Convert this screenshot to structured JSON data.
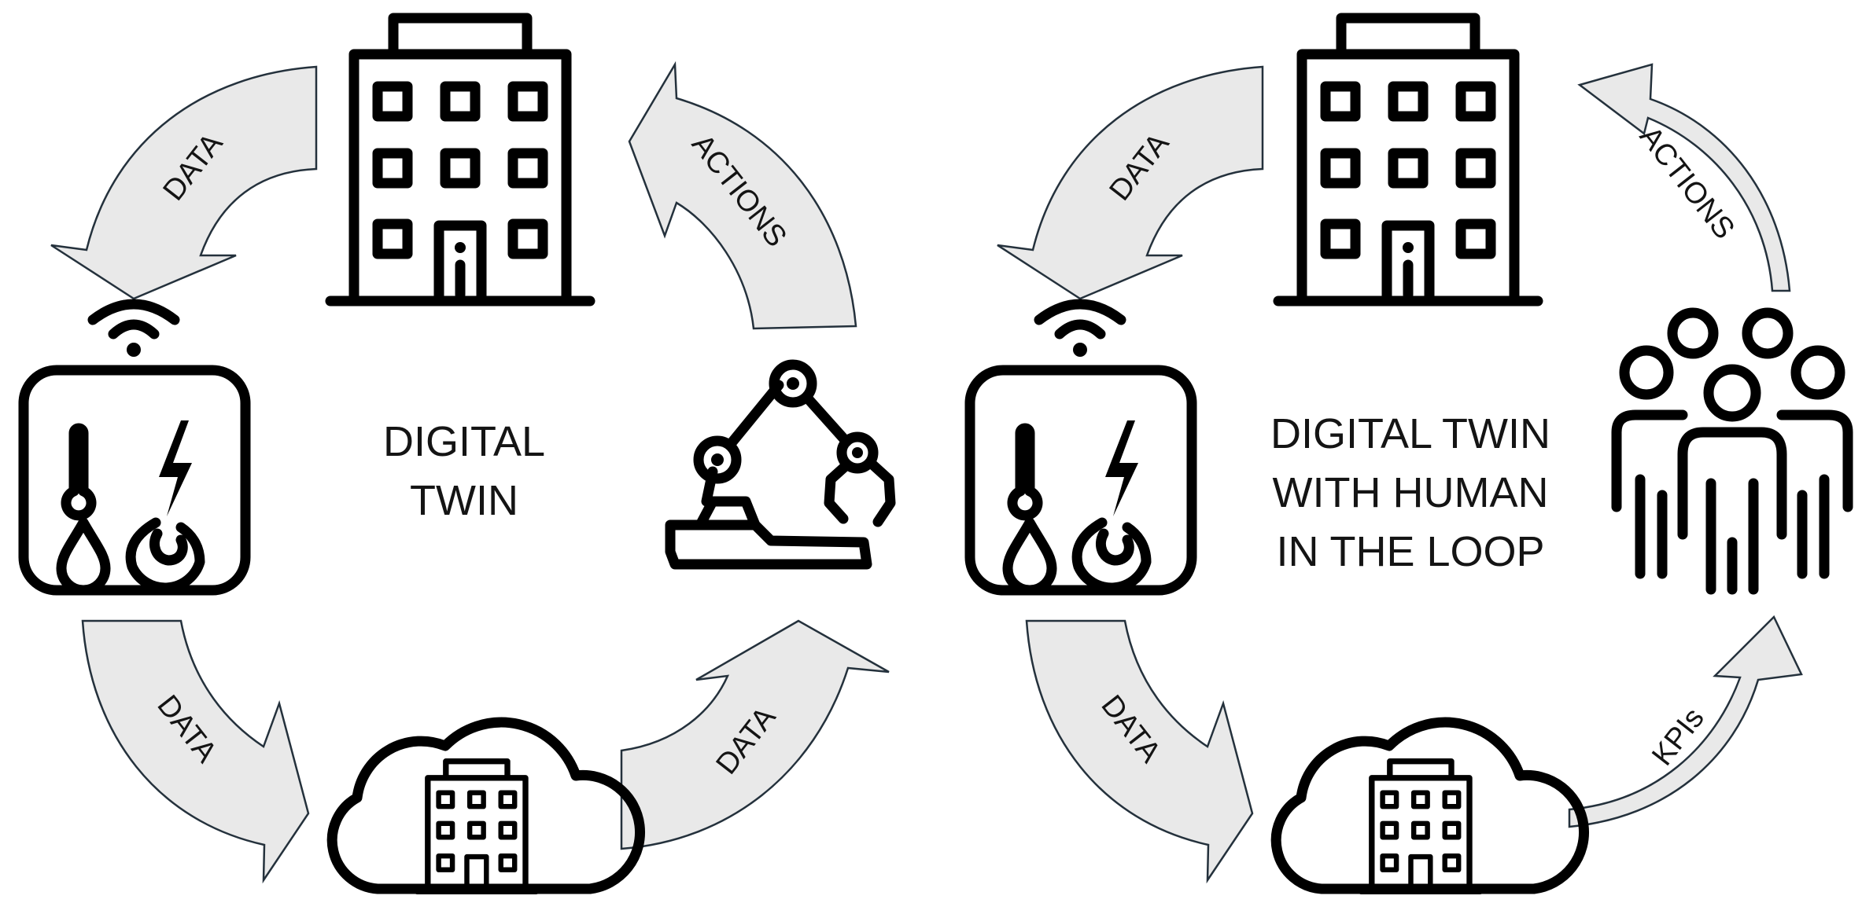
{
  "left_panel": {
    "title_lines": [
      "DIGITAL",
      "TWIN"
    ],
    "arrow_building_to_sensor": "DATA",
    "arrow_sensor_to_cloud": "DATA",
    "arrow_cloud_to_robot": "DATA",
    "arrow_robot_to_building": "ACTIONS"
  },
  "right_panel": {
    "title_lines": [
      "DIGITAL TWIN",
      "WITH HUMAN",
      "IN THE LOOP"
    ],
    "arrow_building_to_sensor": "DATA",
    "arrow_sensor_to_cloud": "DATA",
    "arrow_cloud_to_people": "KPIs",
    "arrow_people_to_building": "ACTIONS"
  },
  "icons": {
    "building": "office-building-icon",
    "sensor": "iot-sensor-hub-icon",
    "cloud": "cloud-building-icon",
    "robot": "robotic-arm-icon",
    "people": "group-of-people-icon",
    "wifi": "wifi-signal-icon"
  },
  "colors": {
    "arrow_fill": "#e9e9e9",
    "arrow_stroke": "#24313c",
    "icon": "#000000",
    "background": "#ffffff"
  }
}
